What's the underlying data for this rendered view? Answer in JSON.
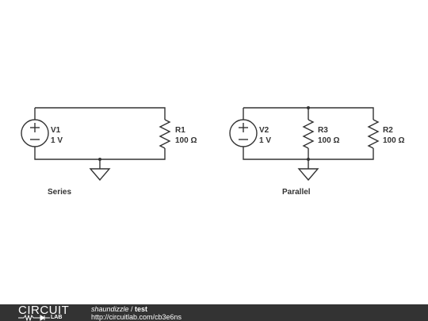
{
  "circuits": {
    "series": {
      "caption": "Series",
      "source": {
        "name": "V1",
        "value": "1 V"
      },
      "resistor": {
        "name": "R1",
        "value": "100 Ω"
      }
    },
    "parallel": {
      "caption": "Parallel",
      "source": {
        "name": "V2",
        "value": "1 V"
      },
      "resistor_a": {
        "name": "R3",
        "value": "100 Ω"
      },
      "resistor_b": {
        "name": "R2",
        "value": "100 Ω"
      }
    }
  },
  "footer": {
    "logo_top": "CIRCUIT",
    "logo_bottom": "LAB",
    "user": "shaundizzle",
    "separator": " / ",
    "title": "test",
    "url": "http://circuitlab.com/cb3e6ns"
  },
  "colors": {
    "wire": "#333333",
    "footer_bg": "#333333",
    "footer_text": "#ffffff"
  }
}
